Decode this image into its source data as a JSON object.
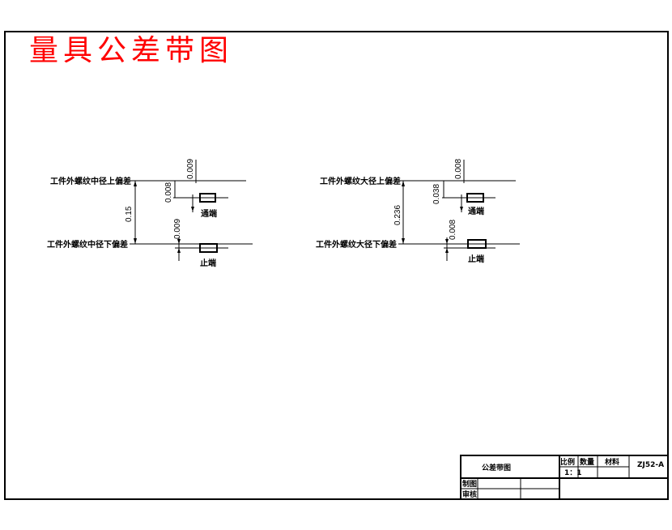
{
  "title": "量具公差带图",
  "colors": {
    "title": "#ff0000",
    "line": "#000000",
    "background": "#ffffff"
  },
  "left_diagram": {
    "upper_label": "工件外螺纹中径上偏差",
    "lower_label": "工件外螺纹中径下偏差",
    "total_dim": "0.15",
    "go_top_dim": "0.009",
    "go_mid_dim": "0.008",
    "go_label": "通端",
    "nogo_dim": "0.009",
    "nogo_label": "止端"
  },
  "right_diagram": {
    "upper_label": "工件外螺纹大径上偏差",
    "lower_label": "工件外螺纹大径下偏差",
    "total_dim": "0.236",
    "go_top_dim": "0.008",
    "go_mid_dim": "0.038",
    "go_label": "通端",
    "nogo_dim": "0.008",
    "nogo_label": "止端"
  },
  "title_block": {
    "drawing_name": "公差带图",
    "scale_header": "比例",
    "qty_header": "数量",
    "material_header": "材料",
    "scale_value": "1：1",
    "drawing_no": "ZJ52-A",
    "drawn_by_label": "制图",
    "approved_label": "审核"
  }
}
